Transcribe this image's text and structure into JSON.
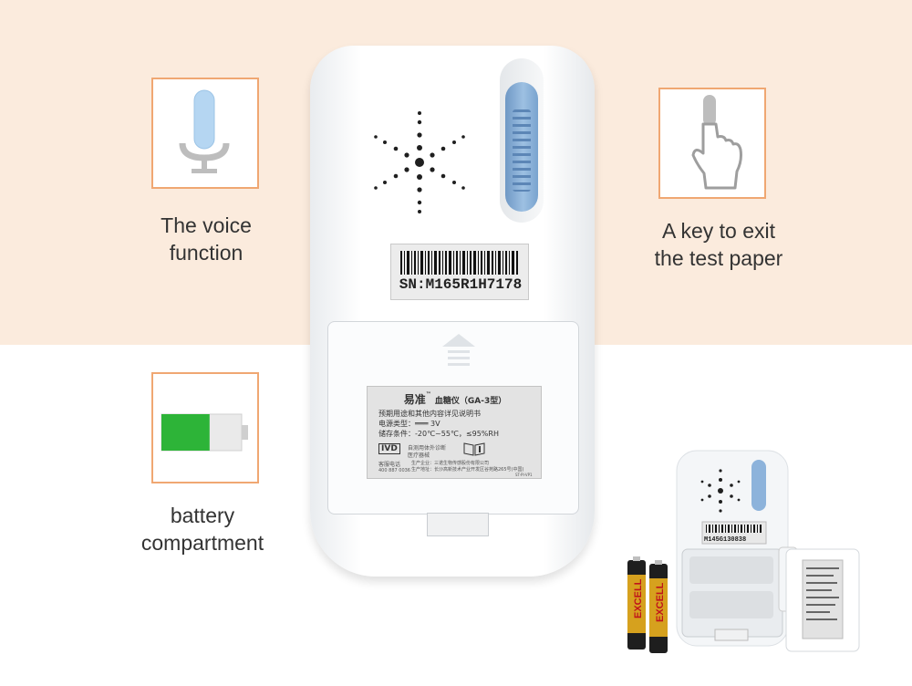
{
  "features": {
    "voice": {
      "caption_line1": "The voice",
      "caption_line2": "function",
      "icon": "microphone-icon"
    },
    "exit_key": {
      "caption_line1": "A key to exit",
      "caption_line2": "the test paper",
      "icon": "finger-press-icon"
    },
    "battery": {
      "caption_line1": "battery",
      "caption_line2": "compartment",
      "icon": "battery-icon",
      "level": 0.6
    }
  },
  "device": {
    "serial": "SN:M165R1H7178",
    "spec_label": {
      "brand": "易准",
      "trademark": "™",
      "product": "血糖仪（GA-3型）",
      "line1": "预期用途和其他内容详见说明书",
      "line2": "电源类型：═══ 3V",
      "line3": "储存条件：-20℃~55℃，≤95%RH",
      "ivd": "IVD",
      "ivd_desc1": "自测用体外诊断",
      "ivd_desc2": "医疗器械",
      "hotline_label": "客服电话",
      "hotline": "400 887 0036",
      "maker": "生产企业：三诺生物传感股份有限公司",
      "address": "生产地址：长沙高新技术产业开发区谷苑路265号(中国)",
      "code": "ST-PI-VP1"
    }
  },
  "mini_photo": {
    "serial": "M145G130838",
    "battery_brand": "EXCELL"
  },
  "colors": {
    "peach": "#fbebdd",
    "box_border": "#f0a772",
    "slider_blue": "#8db3db",
    "battery_green": "#2db438",
    "caption": "#333333"
  }
}
